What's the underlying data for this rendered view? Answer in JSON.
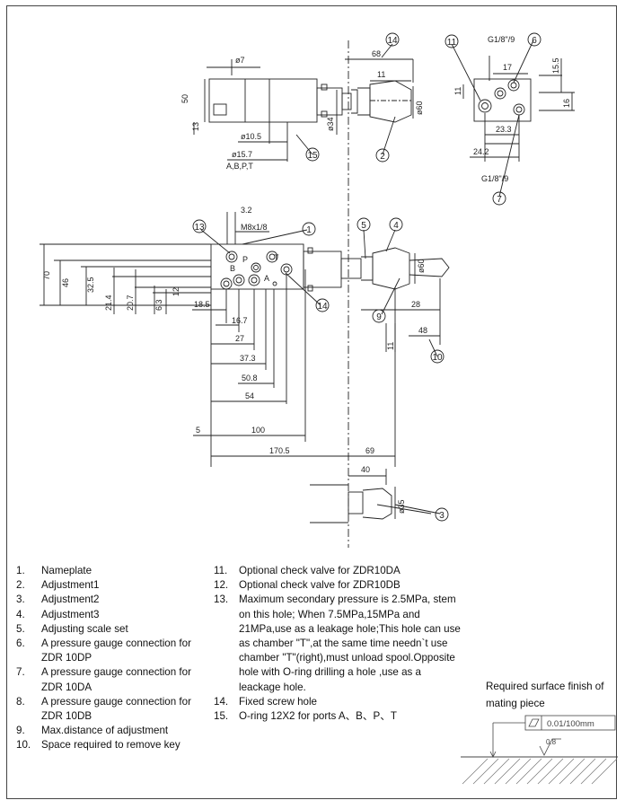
{
  "drawing": {
    "callouts": [
      "1",
      "2",
      "3",
      "4",
      "5",
      "6",
      "7",
      "9",
      "10",
      "11",
      "13",
      "14",
      "15"
    ],
    "top_view": {
      "dims": [
        "ø7",
        "50",
        "13",
        "ø10.5",
        "ø15.7",
        "A,B,P,T",
        "ø34",
        "68",
        "11",
        "ø60"
      ]
    },
    "side_view": {
      "dims": [
        "G1/8\"/9",
        "17",
        "15.5",
        "16",
        "11",
        "23.3",
        "24.2",
        "G1/8\"/9"
      ]
    },
    "front_view": {
      "dims": [
        "3.2",
        "M8x1/8",
        "70",
        "46",
        "32.5",
        "21.4",
        "20.7",
        "6.3",
        "12",
        "18.5",
        "16.7",
        "27",
        "37.3",
        "50.8",
        "54",
        "100",
        "5",
        "170.5",
        "69",
        "ø60",
        "28",
        "48",
        "11"
      ],
      "port_labels": [
        "B",
        "A",
        "P",
        "T"
      ]
    },
    "bottom_view": {
      "dims": [
        "40",
        "ø35"
      ]
    }
  },
  "legend": {
    "left": [
      {
        "num": "1.",
        "text": "Nameplate"
      },
      {
        "num": "2.",
        "text": "Adjustment1"
      },
      {
        "num": "3.",
        "text": "Adjustment2"
      },
      {
        "num": "4.",
        "text": "Adjustment3"
      },
      {
        "num": "5.",
        "text": "Adjusting scale set"
      },
      {
        "num": "6.",
        "text": "A pressure gauge connection for ZDR 10DP"
      },
      {
        "num": "7.",
        "text": "A pressure gauge connection for ZDR 10DA"
      },
      {
        "num": "8.",
        "text": "A pressure gauge connection for ZDR 10DB"
      },
      {
        "num": "9.",
        "text": "Max.distance of adjustment"
      },
      {
        "num": "10.",
        "text": "Space required to remove key"
      }
    ],
    "right": [
      {
        "num": "11.",
        "text": "Optional check valve for ZDR10DA"
      },
      {
        "num": "12.",
        "text": "Optional check valve for ZDR10DB"
      },
      {
        "num": "13.",
        "text": "Maximum secondary pressure is 2.5MPa, stem on this hole; When 7.5MPa,15MPa and 21MPa,use as a leakage hole;This hole can use as chamber \"T\",at the same time needn`t use chamber \"T\"(right),must unload spool.Opposite hole with O-ring drilling a hole ,use as a leackage hole."
      },
      {
        "num": "14.",
        "text": "Fixed screw hole"
      },
      {
        "num": "15.",
        "text": "O-ring 12X2 for ports A、B、P、T"
      }
    ]
  },
  "surface_finish": {
    "title": "Required surface finish of mating piece",
    "flatness": "0.01/100mm",
    "roughness": "0.8"
  }
}
